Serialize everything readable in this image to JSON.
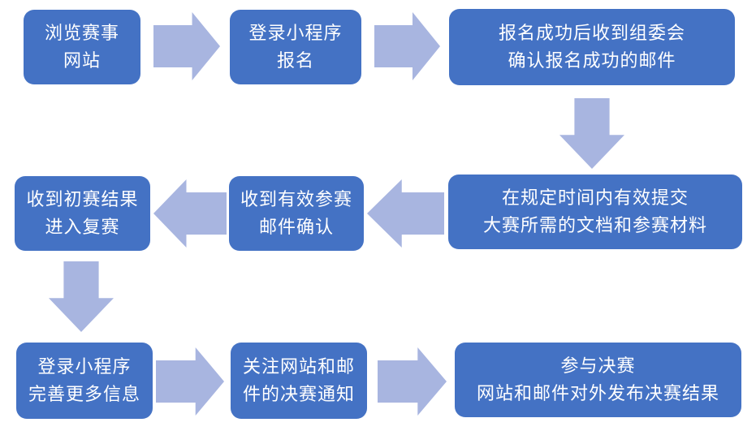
{
  "diagram": {
    "type": "flowchart",
    "background": "#ffffff",
    "colors": {
      "box_fill": "#4472C4",
      "box_text": "#FFFFFF",
      "arrow_fill": "#A8B5E0"
    },
    "steps": [
      [
        "浏览赛事",
        "网站"
      ],
      [
        "登录小程序",
        "报名"
      ],
      [
        "报名成功后收到组委会",
        "确认报名成功的邮件"
      ],
      [
        "在规定时间内有效提交",
        "大赛所需的文档和参赛材料"
      ],
      [
        "收到有效参赛",
        "邮件确认"
      ],
      [
        "收到初赛结果",
        "进入复赛"
      ],
      [
        "登录小程序",
        "完善更多信息"
      ],
      [
        "关注网站和邮",
        "件的决赛通知"
      ],
      [
        "参与决赛",
        "网站和邮件对外发布决赛结果"
      ]
    ],
    "connectors": [
      {
        "from": 1,
        "to": 2,
        "direction": "right"
      },
      {
        "from": 2,
        "to": 3,
        "direction": "right"
      },
      {
        "from": 3,
        "to": 4,
        "direction": "down"
      },
      {
        "from": 4,
        "to": 5,
        "direction": "left"
      },
      {
        "from": 5,
        "to": 6,
        "direction": "left"
      },
      {
        "from": 6,
        "to": 7,
        "direction": "down"
      },
      {
        "from": 7,
        "to": 8,
        "direction": "right"
      },
      {
        "from": 8,
        "to": 9,
        "direction": "right"
      }
    ]
  }
}
